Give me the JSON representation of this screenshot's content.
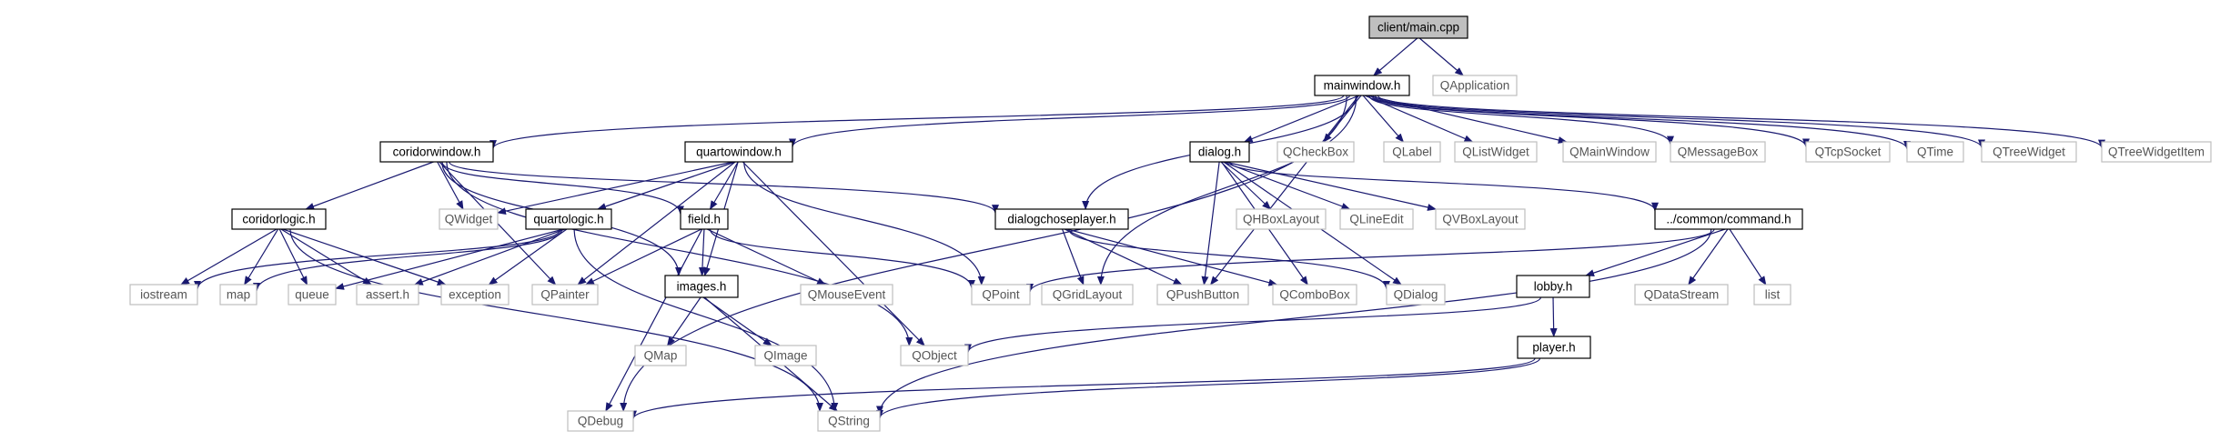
{
  "graph": {
    "nodes": [
      {
        "id": "main",
        "label": "client/main.cpp",
        "kind": "root"
      },
      {
        "id": "mainwindow",
        "label": "mainwindow.h",
        "kind": "file"
      },
      {
        "id": "qapplication",
        "label": "QApplication",
        "kind": "external"
      },
      {
        "id": "coridorwindow",
        "label": "coridorwindow.h",
        "kind": "file"
      },
      {
        "id": "quartowindow",
        "label": "quartowindow.h",
        "kind": "file"
      },
      {
        "id": "dialog",
        "label": "dialog.h",
        "kind": "file"
      },
      {
        "id": "qcheckbox",
        "label": "QCheckBox",
        "kind": "external"
      },
      {
        "id": "qlabel",
        "label": "QLabel",
        "kind": "external"
      },
      {
        "id": "qlistwidget",
        "label": "QListWidget",
        "kind": "external"
      },
      {
        "id": "qmainwindow",
        "label": "QMainWindow",
        "kind": "external"
      },
      {
        "id": "qmessagebox",
        "label": "QMessageBox",
        "kind": "external"
      },
      {
        "id": "qtcpsocket",
        "label": "QTcpSocket",
        "kind": "external"
      },
      {
        "id": "qtime",
        "label": "QTime",
        "kind": "external"
      },
      {
        "id": "qtreewidget",
        "label": "QTreeWidget",
        "kind": "external"
      },
      {
        "id": "qtreewidgetitem",
        "label": "QTreeWidgetItem",
        "kind": "external"
      },
      {
        "id": "coridorlogic",
        "label": "coridorlogic.h",
        "kind": "file"
      },
      {
        "id": "qwidget",
        "label": "QWidget",
        "kind": "external"
      },
      {
        "id": "quartologic",
        "label": "quartologic.h",
        "kind": "file"
      },
      {
        "id": "field",
        "label": "field.h",
        "kind": "file"
      },
      {
        "id": "dialogchoseplayer",
        "label": "dialogchoseplayer.h",
        "kind": "file"
      },
      {
        "id": "qhboxlayout",
        "label": "QHBoxLayout",
        "kind": "external"
      },
      {
        "id": "qlineedit",
        "label": "QLineEdit",
        "kind": "external"
      },
      {
        "id": "qvboxlayout",
        "label": "QVBoxLayout",
        "kind": "external"
      },
      {
        "id": "command",
        "label": "../common/command.h",
        "kind": "file"
      },
      {
        "id": "iostream",
        "label": "iostream",
        "kind": "external"
      },
      {
        "id": "map",
        "label": "map",
        "kind": "external"
      },
      {
        "id": "queue",
        "label": "queue",
        "kind": "external"
      },
      {
        "id": "asserth",
        "label": "assert.h",
        "kind": "external"
      },
      {
        "id": "exception",
        "label": "exception",
        "kind": "external"
      },
      {
        "id": "qpainter",
        "label": "QPainter",
        "kind": "external"
      },
      {
        "id": "images",
        "label": "images.h",
        "kind": "file"
      },
      {
        "id": "qmouseevent",
        "label": "QMouseEvent",
        "kind": "external"
      },
      {
        "id": "qpoint",
        "label": "QPoint",
        "kind": "external"
      },
      {
        "id": "qgridlayout",
        "label": "QGridLayout",
        "kind": "external"
      },
      {
        "id": "qpushbutton",
        "label": "QPushButton",
        "kind": "external"
      },
      {
        "id": "qcombobox",
        "label": "QComboBox",
        "kind": "external"
      },
      {
        "id": "qdialog",
        "label": "QDialog",
        "kind": "external"
      },
      {
        "id": "qdatastream",
        "label": "QDataStream",
        "kind": "external"
      },
      {
        "id": "list",
        "label": "list",
        "kind": "external"
      },
      {
        "id": "lobby",
        "label": "lobby.h",
        "kind": "file"
      },
      {
        "id": "qmap",
        "label": "QMap",
        "kind": "external"
      },
      {
        "id": "qimage",
        "label": "QImage",
        "kind": "external"
      },
      {
        "id": "qobject",
        "label": "QObject",
        "kind": "external"
      },
      {
        "id": "player",
        "label": "player.h",
        "kind": "file"
      },
      {
        "id": "qdebug",
        "label": "QDebug",
        "kind": "external"
      },
      {
        "id": "qstring",
        "label": "QString",
        "kind": "external"
      }
    ],
    "edges": [
      [
        "main",
        "mainwindow"
      ],
      [
        "main",
        "qapplication"
      ],
      [
        "mainwindow",
        "qdebug"
      ],
      [
        "mainwindow",
        "coridorwindow"
      ],
      [
        "mainwindow",
        "quartowindow"
      ],
      [
        "mainwindow",
        "dialogchoseplayer"
      ],
      [
        "mainwindow",
        "dialog"
      ],
      [
        "mainwindow",
        "qcheckbox"
      ],
      [
        "mainwindow",
        "qlabel"
      ],
      [
        "mainwindow",
        "qlistwidget"
      ],
      [
        "mainwindow",
        "qmainwindow"
      ],
      [
        "mainwindow",
        "qmessagebox"
      ],
      [
        "mainwindow",
        "qtcpsocket"
      ],
      [
        "mainwindow",
        "qtime"
      ],
      [
        "mainwindow",
        "qtreewidget"
      ],
      [
        "mainwindow",
        "qtreewidgetitem"
      ],
      [
        "mainwindow",
        "qpushbutton"
      ],
      [
        "mainwindow",
        "qgridlayout"
      ],
      [
        "coridorwindow",
        "coridorlogic"
      ],
      [
        "coridorwindow",
        "qwidget"
      ],
      [
        "coridorwindow",
        "field"
      ],
      [
        "coridorwindow",
        "dialogchoseplayer"
      ],
      [
        "coridorwindow",
        "qpainter"
      ],
      [
        "coridorwindow",
        "images"
      ],
      [
        "coridorwindow",
        "qobject"
      ],
      [
        "quartowindow",
        "qwidget"
      ],
      [
        "quartowindow",
        "quartologic"
      ],
      [
        "quartowindow",
        "field"
      ],
      [
        "quartowindow",
        "qpainter"
      ],
      [
        "quartowindow",
        "images"
      ],
      [
        "quartowindow",
        "qpoint"
      ],
      [
        "quartowindow",
        "qobject"
      ],
      [
        "coridorlogic",
        "iostream"
      ],
      [
        "coridorlogic",
        "map"
      ],
      [
        "coridorlogic",
        "queue"
      ],
      [
        "coridorlogic",
        "asserth"
      ],
      [
        "coridorlogic",
        "exception"
      ],
      [
        "coridorlogic",
        "qstring"
      ],
      [
        "quartologic",
        "iostream"
      ],
      [
        "quartologic",
        "map"
      ],
      [
        "quartologic",
        "queue"
      ],
      [
        "quartologic",
        "asserth"
      ],
      [
        "quartologic",
        "exception"
      ],
      [
        "quartologic",
        "qstring"
      ],
      [
        "field",
        "qpainter"
      ],
      [
        "field",
        "images"
      ],
      [
        "field",
        "qmouseevent"
      ],
      [
        "field",
        "qpoint"
      ],
      [
        "field",
        "qdebug"
      ],
      [
        "dialog",
        "qhboxlayout"
      ],
      [
        "dialog",
        "qlineedit"
      ],
      [
        "dialog",
        "qvboxlayout"
      ],
      [
        "dialog",
        "qpushbutton"
      ],
      [
        "dialog",
        "qcombobox"
      ],
      [
        "dialog",
        "qdialog"
      ],
      [
        "dialog",
        "command"
      ],
      [
        "dialogchoseplayer",
        "qgridlayout"
      ],
      [
        "dialogchoseplayer",
        "qpushbutton"
      ],
      [
        "dialogchoseplayer",
        "qcombobox"
      ],
      [
        "dialogchoseplayer",
        "qdialog"
      ],
      [
        "command",
        "qpoint"
      ],
      [
        "command",
        "qdatastream"
      ],
      [
        "command",
        "list"
      ],
      [
        "command",
        "lobby"
      ],
      [
        "command",
        "qstring"
      ],
      [
        "images",
        "qmap"
      ],
      [
        "images",
        "qimage"
      ],
      [
        "images",
        "qstring"
      ],
      [
        "lobby",
        "qobject"
      ],
      [
        "lobby",
        "player"
      ],
      [
        "player",
        "qdebug"
      ],
      [
        "player",
        "qstring"
      ]
    ],
    "colors": {
      "edge": "#191970",
      "root_fill": "#bfbfbf",
      "file_border": "#000000",
      "external_border": "#bfbfbf",
      "external_text": "#555555",
      "file_text": "#000000"
    }
  }
}
